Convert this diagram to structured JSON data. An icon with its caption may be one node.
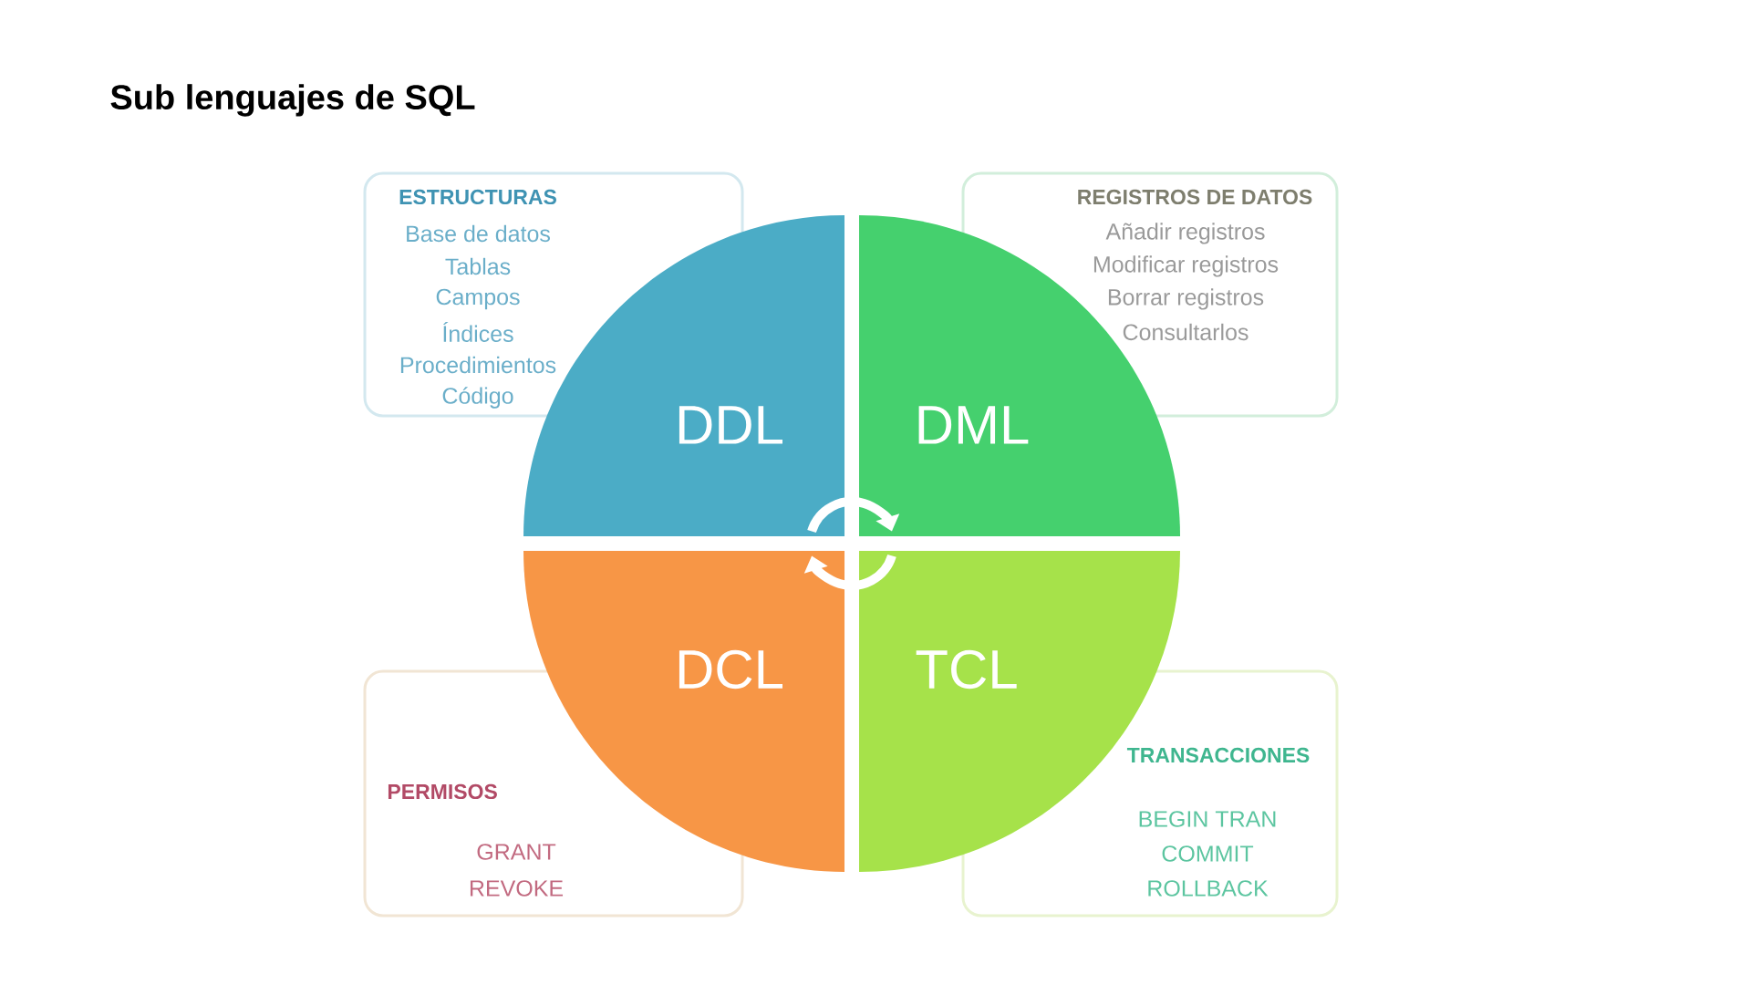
{
  "diagram": {
    "title": "Sub lenguajes de SQL",
    "nodes": [
      {
        "text": [
          "ESTRUCTURAS",
          "Base de datos",
          "Tablas",
          "Campos",
          "Índices",
          "Procedimientos",
          "Código"
        ]
      },
      {
        "text": [
          "DDL"
        ]
      },
      {
        "text": [
          "DML"
        ]
      },
      {
        "text": [
          "REGISTROS DE DATOS",
          "Añadir registros",
          "Modificar registros",
          "Borrar registros",
          "Consultarlos"
        ]
      },
      {
        "text": [
          "PERMISOS",
          "GRANT",
          "REVOKE"
        ]
      },
      {
        "text": [
          "DCL"
        ]
      },
      {
        "text": [
          "TCL"
        ]
      },
      {
        "text": [
          "TRANSACCIONES",
          "BEGIN TRAN",
          "COMMIT",
          "ROLLBACK"
        ]
      }
    ],
    "edges": [
      {
        "from": 1,
        "to": 2,
        "arrow": "to"
      },
      {
        "from": 6,
        "to": 5,
        "arrow": "to"
      }
    ]
  }
}
